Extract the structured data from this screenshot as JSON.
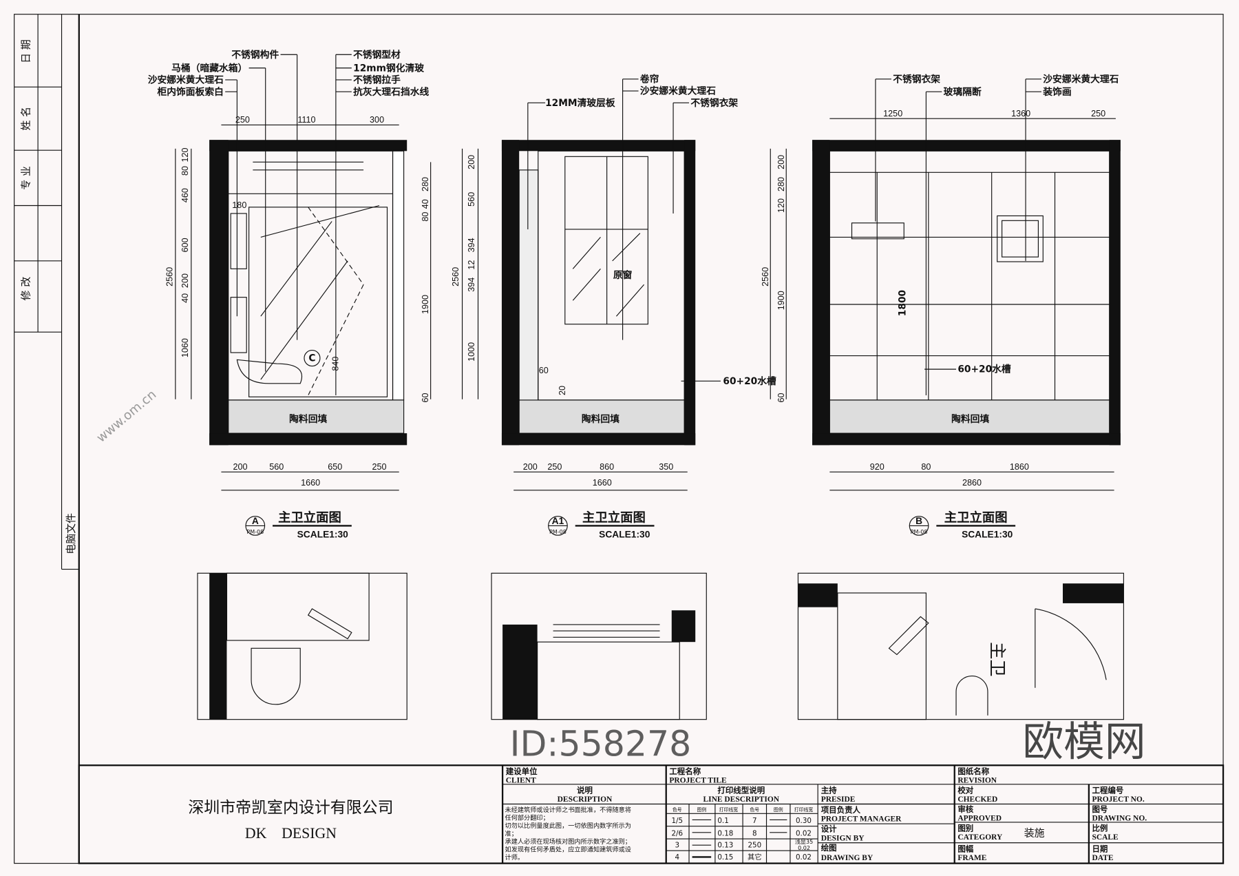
{
  "sidebar": {
    "date": "日 期",
    "name": "姓 名",
    "discipline": "专 业",
    "revise": "修 改",
    "computer_file": "电脑文件"
  },
  "elevations": [
    {
      "id": "A",
      "sheet": "PM-08",
      "title": "主卫立面图",
      "scale": "SCALE1:30",
      "callouts_left": [
        "不锈钢构件",
        "马桶（暗藏水箱）",
        "沙安娜米黄大理石",
        "柜内饰面板索白"
      ],
      "callouts_right": [
        "不锈钢型材",
        "12mm钢化清玻",
        "不锈钢拉手",
        "抗灰大理石挡水线"
      ],
      "dims_top": [
        "250",
        "1110",
        "300"
      ],
      "dims_left": [
        "80",
        "120",
        "460",
        "600",
        "200",
        "40",
        "1060",
        "2560"
      ],
      "dims_right": [
        "280",
        "40",
        "80",
        "1900",
        "60"
      ],
      "dims_bottom": [
        "200",
        "560",
        "650",
        "250"
      ],
      "total_bottom": "1660",
      "inner": [
        "180",
        "840"
      ],
      "fill": "陶料回填"
    },
    {
      "id": "A1",
      "sheet": "PM-08",
      "title": "主卫立面图",
      "scale": "SCALE1:30",
      "callouts": [
        "12MM清玻层板",
        "卷帘",
        "沙安娜米黄大理石",
        "不锈钢衣架"
      ],
      "dims_left": [
        "200",
        "560",
        "394",
        "12",
        "394",
        "1000",
        "2560"
      ],
      "dims_bottom": [
        "200",
        "250",
        "860",
        "350"
      ],
      "total_bottom": "1660",
      "inner": [
        "原窗",
        "60",
        "20",
        "60+20水槽"
      ],
      "fill": "陶料回填"
    },
    {
      "id": "B",
      "sheet": "PM-08",
      "title": "主卫立面图",
      "scale": "SCALE1:30",
      "callouts": [
        "不锈钢衣架",
        "玻璃隔断",
        "沙安娜米黄大理石",
        "装饰画"
      ],
      "dims_top": [
        "1250",
        "1360",
        "250"
      ],
      "dims_left": [
        "200",
        "280",
        "120",
        "1900",
        "2560",
        "60"
      ],
      "dims_bottom": [
        "920",
        "80",
        "1860"
      ],
      "total_bottom": "2860",
      "inner": [
        "1800",
        "60+20水槽"
      ],
      "fill": "陶料回填"
    }
  ],
  "plan_text": "主卫",
  "title_block": {
    "company_cn": "深圳市帝凯室内设计有限公司",
    "company_en": "DK    DESIGN",
    "client_cn": "建设单位",
    "client_en": "CLIENT",
    "project_cn": "工程名称",
    "project_en": "PROJECT TILE",
    "revision_cn": "图纸名称",
    "revision_en": "REVISION",
    "description_cn": "说明",
    "description_en": "DESCRIPTION",
    "description_lines": [
      "未经建筑师或设计师之书面批准，不得随意将",
      "任何部分翻印；",
      "切勿以比例量度此图，一切依图内数字所示为",
      "准；",
      "承建人必须在现场核对图内所示数字之准则；",
      "如发现有任何矛盾处，应立即通知建筑师或设",
      "计师。"
    ],
    "line_desc_cn": "打印线型说明",
    "line_desc_en": "LINE DESCRIPTION",
    "line_headers": [
      "色号",
      "图例",
      "打印线宽",
      "色号",
      "图例",
      "打印线宽"
    ],
    "line_rows": [
      [
        "1/5",
        "0.1",
        "7",
        "0.30"
      ],
      [
        "2/6",
        "0.18",
        "8",
        "0.02"
      ],
      [
        "3",
        "0.13",
        "250",
        "浅显35 0.02"
      ],
      [
        "4",
        "0.15",
        "其它",
        "0.02"
      ]
    ],
    "preside_cn": "主持",
    "preside_en": "PRESIDE",
    "pm_cn": "项目负责人",
    "pm_en": "PROJECT MANAGER",
    "design_cn": "设计",
    "design_en": "DESIGN BY",
    "drawing_cn": "绘图",
    "drawing_en": "DRAWING BY",
    "checked_cn": "校对",
    "checked_en": "CHECKED",
    "approved_cn": "审核",
    "approved_en": "APPROVED",
    "category_cn": "图别",
    "category_en": "CATEGORY",
    "category_value": "装施",
    "frame_cn": "图幅",
    "frame_en": "FRAME",
    "projno_cn": "工程编号",
    "projno_en": "PROJECT NO.",
    "drawno_cn": "图号",
    "drawno_en": "DRAWING NO.",
    "scale_cn": "比例",
    "scale_en": "SCALE",
    "date_cn": "日期",
    "date_en": "DATE"
  },
  "watermark": {
    "brand": "欧模网",
    "id": "ID:558278",
    "site": "www.om.cn"
  }
}
